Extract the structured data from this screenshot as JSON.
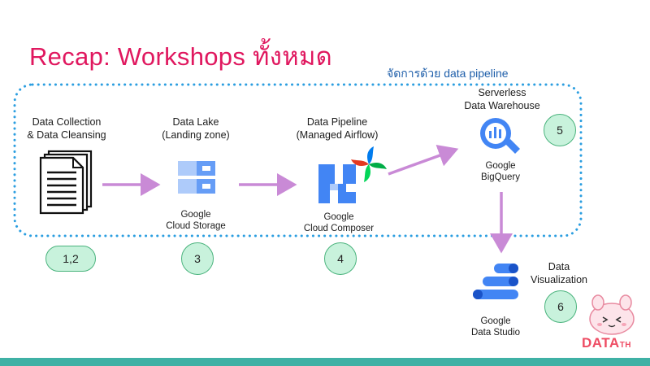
{
  "slide": {
    "title": "Recap: Workshops ทั้งหมด",
    "pipeline_note": "จัดการด้วย data pipeline"
  },
  "stages": [
    {
      "label_line1": "Data Collection",
      "label_line2": "& Data Cleansing",
      "icon": "documents-icon",
      "badge": "1,2"
    },
    {
      "label_line1": "Data Lake",
      "label_line2": "(Landing zone)",
      "icon": "cloud-storage-icon",
      "product_line1": "Google",
      "product_line2": "Cloud Storage",
      "badge": "3"
    },
    {
      "label_line1": "Data Pipeline",
      "label_line2": "(Managed Airflow)",
      "icon": "cloud-composer-icon",
      "product_line1": "Google",
      "product_line2": "Cloud Composer",
      "badge": "4"
    },
    {
      "label_line1": "Serverless",
      "label_line2": "Data Warehouse",
      "icon": "bigquery-icon",
      "product_line1": "Google",
      "product_line2": "BigQuery",
      "badge": "5"
    },
    {
      "label_line1": "Data",
      "label_line2": "Visualization",
      "icon": "data-studio-icon",
      "product_line1": "Google",
      "product_line2": "Data Studio",
      "badge": "6"
    }
  ],
  "brand": {
    "main": "DATA",
    "suffix": "TH"
  },
  "colors": {
    "title": "#e0185f",
    "note": "#1f5faa",
    "dotted_border": "#2b9ee0",
    "arrow": "#c98ad6",
    "badge_fill": "#c8f2dc",
    "badge_border": "#4ab37d",
    "bottom_bar": "#3fb1a5",
    "google_blue": "#4285f4"
  }
}
